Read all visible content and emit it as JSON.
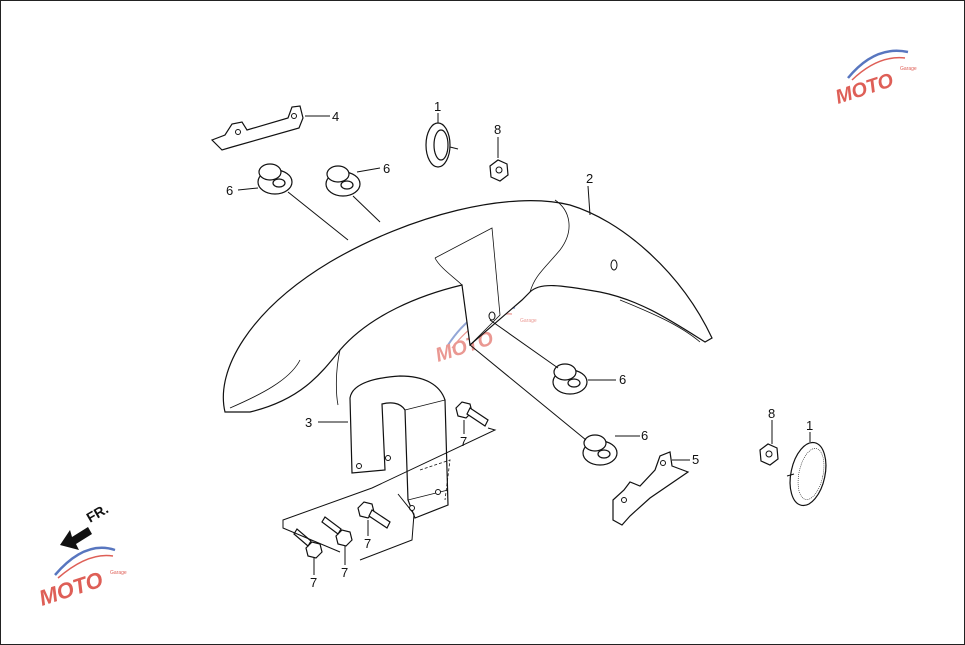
{
  "diagram": {
    "callouts": {
      "c1_top": "1",
      "c8_top": "8",
      "c4": "4",
      "c6_left": "6",
      "c6_mid": "6",
      "c2": "2",
      "c6_right_a": "6",
      "c3": "3",
      "c7_a": "7",
      "c6_right_b": "6",
      "c5": "5",
      "c8_right": "8",
      "c1_right": "1",
      "c7_b": "7",
      "c7_c": "7",
      "c7_d": "7"
    },
    "direction_label": "FR.",
    "watermark": {
      "brand": "MOTO",
      "subtitle": "Garage"
    }
  },
  "colors": {
    "ink": "#111111",
    "watermark_red": "#d9443a",
    "watermark_blue": "#3b5fb5"
  }
}
